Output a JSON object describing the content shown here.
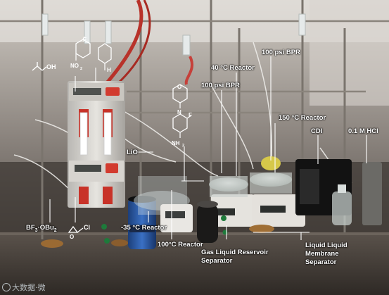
{
  "labels": {
    "isopropanol_oh": "OH",
    "amine_h": "H",
    "fluoro_f1": "F",
    "nitro_no2": "NO",
    "nitro_sub": "2",
    "product_f": "F",
    "product_n": "N",
    "product_o": "O",
    "product_nh2": "NH",
    "product_sub": "2",
    "reactor_40": "40 °C Reactor",
    "bpr_100_top": "100 psi BPR",
    "bpr_100_mid": "100 psi BPR",
    "reactor_150": "150 °C Reactor",
    "cdi": "CDI",
    "hcl": "0.1 M HCl",
    "lio": "LiO",
    "bf3": "BF",
    "bf3_sub": "3",
    "bf3_rest": "·OBu",
    "bf3_sub2": "2",
    "epichloro_cl": "Cl",
    "epichloro_o": "O",
    "reactor_minus35": "-35 °C Reactor",
    "reactor_100": "100°C Reactor",
    "gl_separator": "Gas Liquid Reservoir\nSeparator",
    "ll_separator": "Liquid Liquid\nMembrane\nSeparator"
  },
  "watermark": "大数据·微",
  "colors": {
    "label_text": "#ffffff",
    "background": "#2a2622",
    "tubing_red": "#b8322a",
    "cooling_blue": "#2e5fb0"
  }
}
